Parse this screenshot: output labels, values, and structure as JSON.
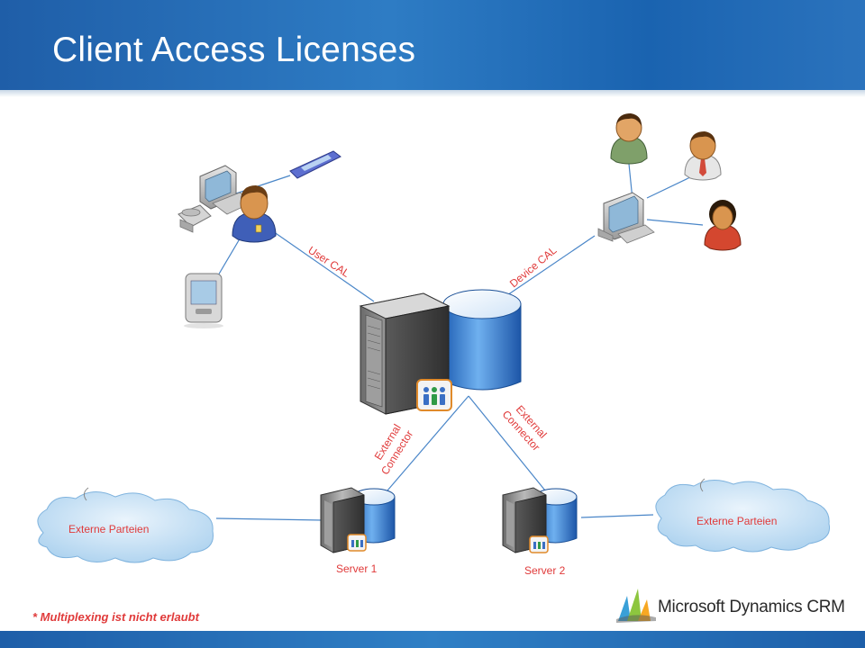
{
  "slide": {
    "title": "Client Access Licenses"
  },
  "links": {
    "user_cal": "User CAL",
    "device_cal": "Device CAL",
    "ext_connector_left": [
      "External",
      "Connector"
    ],
    "ext_connector_right": [
      "External",
      "Connector"
    ]
  },
  "servers": {
    "server1": "Server 1",
    "server2": "Server 2"
  },
  "clouds": {
    "left": "Externe Parteien",
    "right": "Externe Parteien"
  },
  "note": "* Multiplexing ist nicht erlaubt",
  "logo": {
    "text": "Microsoft Dynamics CRM"
  },
  "colors": {
    "header": "#2e7cc4",
    "label_red": "#e03a3a",
    "db_blue": "#3a7fd0"
  }
}
